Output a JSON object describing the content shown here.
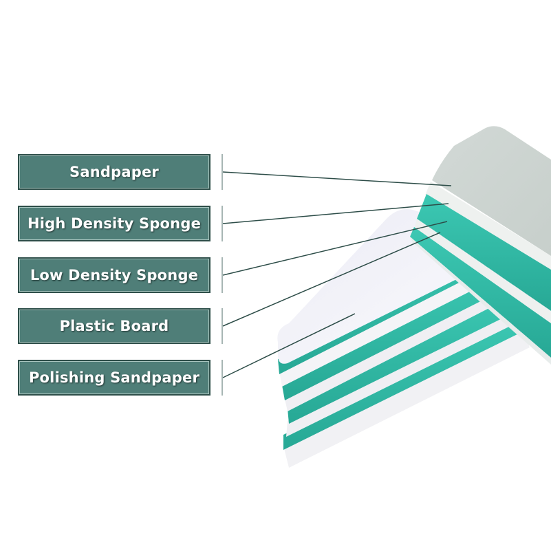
{
  "colors": {
    "label_fill": "#4f7e78",
    "label_border": "#2f4f4a",
    "label_text": "#ffffff",
    "leader_line": "#2d4d48",
    "sponge_teal": "#2fbca8",
    "sandpaper_gray": "#d6dcd9",
    "board_white": "#f3f3f8"
  },
  "labels": [
    {
      "text": "Sandpaper"
    },
    {
      "text": "High Density Sponge"
    },
    {
      "text": "Low Density Sponge"
    },
    {
      "text": "Plastic Board"
    },
    {
      "text": "Polishing Sandpaper"
    }
  ]
}
